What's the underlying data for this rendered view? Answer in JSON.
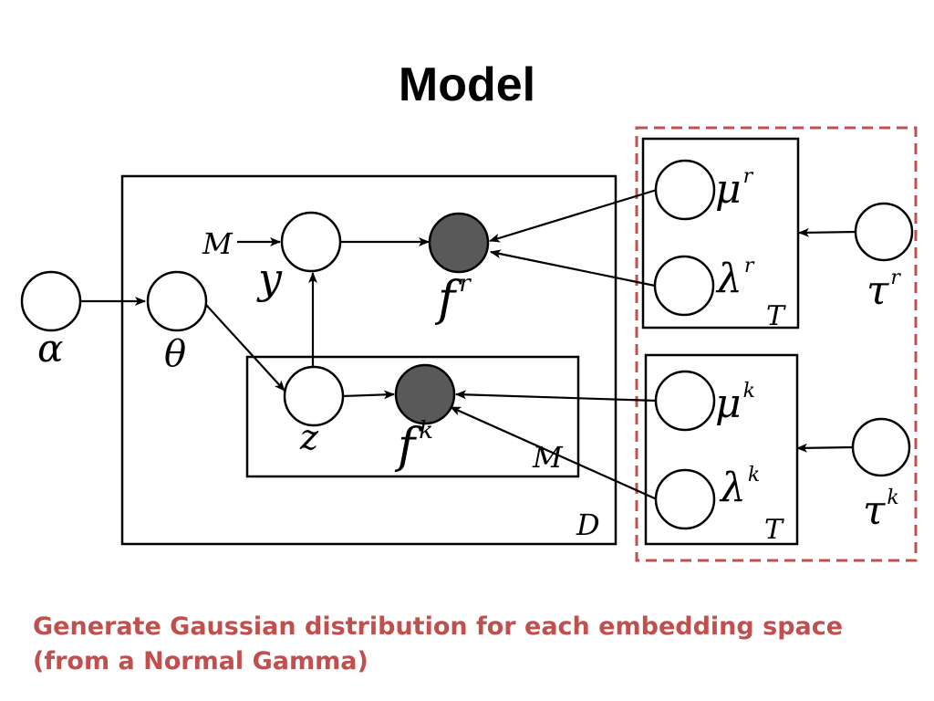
{
  "title": "Model",
  "caption": "Generate Gaussian distribution for each embedding space (from a Normal Gamma)",
  "colors": {
    "caption": "#c0504d",
    "highlight_box": "#c0504d",
    "observed_node": "#595959",
    "latent_node": "#ffffff",
    "stroke": "#000000"
  },
  "diagram": {
    "nodes": {
      "alpha": {
        "symbol": "α",
        "sup": ""
      },
      "theta": {
        "symbol": "θ",
        "sup": ""
      },
      "y": {
        "symbol": "y",
        "sup": ""
      },
      "z": {
        "symbol": "z",
        "sup": ""
      },
      "f_r": {
        "symbol": "f",
        "sup": "r",
        "observed": true
      },
      "f_k": {
        "symbol": "f",
        "sup": "k",
        "observed": true
      },
      "mu_r": {
        "symbol": "μ",
        "sup": "r"
      },
      "lambda_r": {
        "symbol": "λ",
        "sup": "r"
      },
      "mu_k": {
        "symbol": "μ",
        "sup": "k"
      },
      "lambda_k": {
        "symbol": "λ",
        "sup": "k"
      },
      "tau_r": {
        "symbol": "τ",
        "sup": "r"
      },
      "tau_k": {
        "symbol": "τ",
        "sup": "k"
      }
    },
    "inputs": {
      "M": "M"
    },
    "plates": {
      "D": "D",
      "M_inner": "M",
      "T_top": "T",
      "T_bottom": "T"
    }
  }
}
